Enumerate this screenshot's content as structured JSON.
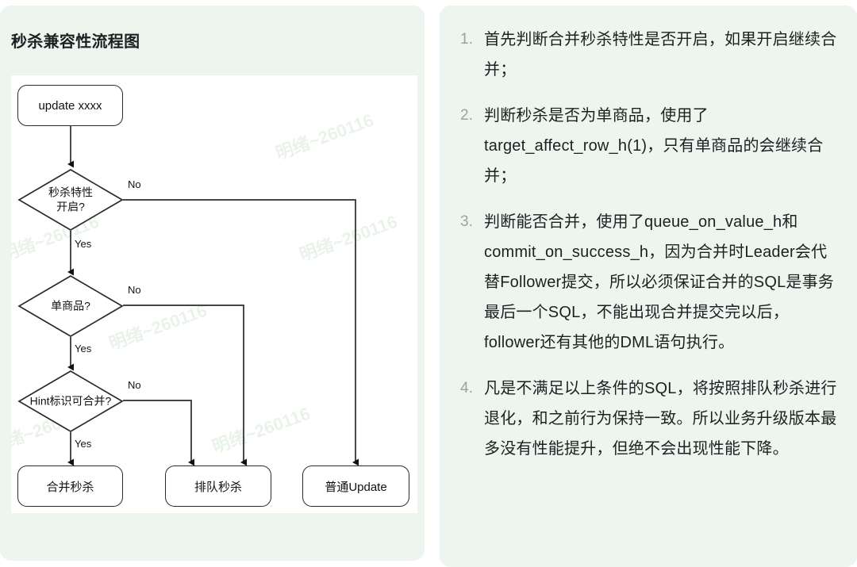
{
  "left_panel": {
    "title": "秒杀兼容性流程图",
    "watermark": "明绪~260116",
    "flowchart": {
      "nodes": [
        {
          "id": "start",
          "shape": "rounded-rect",
          "label": "update xxxx"
        },
        {
          "id": "d1",
          "shape": "diamond",
          "label_line1": "秒杀特性",
          "label_line2": "开启?"
        },
        {
          "id": "d2",
          "shape": "diamond",
          "label_line1": "单商品?",
          "label_line2": ""
        },
        {
          "id": "d3",
          "shape": "diamond",
          "label_line1": "Hint标识可合并?",
          "label_line2": ""
        },
        {
          "id": "end1",
          "shape": "rounded-rect",
          "label": "合并秒杀"
        },
        {
          "id": "end2",
          "shape": "rounded-rect",
          "label": "排队秒杀"
        },
        {
          "id": "end3",
          "shape": "rounded-rect",
          "label": "普通Update"
        }
      ],
      "edge_labels": {
        "d1_no": "No",
        "d1_yes": "Yes",
        "d2_no": "No",
        "d2_yes": "Yes",
        "d3_no": "No",
        "d3_yes": "Yes"
      }
    }
  },
  "right_panel": {
    "notes": [
      {
        "num": "1.",
        "text": "首先判断合并秒杀特性是否开启，如果开启继续合并；"
      },
      {
        "num": "2.",
        "text": "判断秒杀是否为单商品，使用了target_affect_row_h(1)，只有单商品的会继续合并；"
      },
      {
        "num": "3.",
        "text": "判断能否合并，使用了queue_on_value_h和commit_on_success_h，因为合并时Leader会代替Follower提交，所以必须保证合并的SQL是事务最后一个SQL，不能出现合并提交完以后，follower还有其他的DML语句执行。"
      },
      {
        "num": "4.",
        "text": "凡是不满足以上条件的SQL，将按照排队秒杀进行退化，和之前行为保持一致。所以业务升级版本最多没有性能提升，但绝不会出现性能下降。"
      }
    ]
  },
  "colors": {
    "panel_bg": "#ecf6ee",
    "canvas_bg": "#ffffff",
    "node_stroke": "#2b2b2b",
    "text": "#1d2023",
    "num_gray": "#9aa3a0"
  }
}
